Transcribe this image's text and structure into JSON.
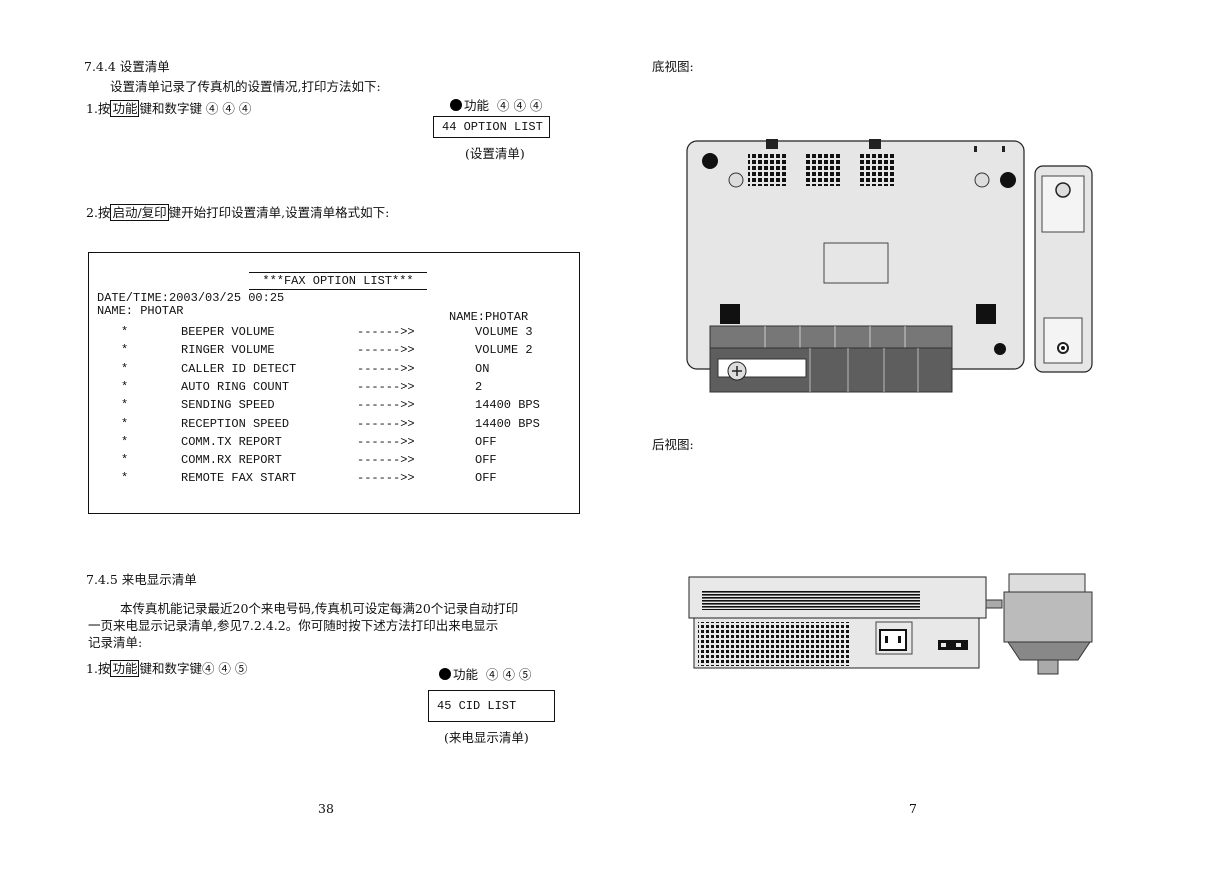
{
  "left_page": {
    "sec1_heading": "7.4.4 设置清单",
    "sec1_intro": "设置清单记录了传真机的设置情况,打印方法如下:",
    "step1": {
      "pre": "1.按",
      "key": "功能",
      "post": "键和数字键 ④ ④ ④"
    },
    "keyseq1": {
      "label": "功能",
      "digits": "④ ④ ④"
    },
    "lcd1": "44 OPTION LIST",
    "lcd1_caption": "(设置清单)",
    "step2": {
      "pre": "2.按",
      "key": "启动/复印",
      "post": "键开始打印设置清单,设置清单格式如下:"
    },
    "sample": {
      "title": "***FAX OPTION LIST***",
      "datetime": "DATE/TIME:2003/03/25  00:25",
      "name_left": "NAME:  PHOTAR",
      "name_right": "NAME:PHOTAR",
      "rows": [
        {
          "bullet": "*",
          "label": "BEEPER VOLUME",
          "arrow": "------>>",
          "value": "VOLUME 3"
        },
        {
          "bullet": "*",
          "label": "RINGER VOLUME",
          "arrow": "------>>",
          "value": "VOLUME 2"
        },
        {
          "bullet": "*",
          "label": "CALLER ID DETECT",
          "arrow": "------>>",
          "value": "ON"
        },
        {
          "bullet": "*",
          "label": "AUTO RING COUNT",
          "arrow": "------>>",
          "value": "2"
        },
        {
          "bullet": "*",
          "label": "SENDING SPEED",
          "arrow": "------>>",
          "value": "14400 BPS"
        },
        {
          "bullet": "*",
          "label": "RECEPTION SPEED",
          "arrow": "------>>",
          "value": "14400 BPS"
        },
        {
          "bullet": "*",
          "label": "COMM.TX REPORT",
          "arrow": "------>>",
          "value": "OFF"
        },
        {
          "bullet": "*",
          "label": "COMM.RX REPORT",
          "arrow": "------>>",
          "value": "OFF"
        },
        {
          "bullet": "*",
          "label": "REMOTE FAX START",
          "arrow": "------>>",
          "value": "OFF"
        }
      ]
    },
    "sec2_heading": "7.4.5 来电显示清单",
    "sec2_para1": "本传真机能记录最近20个来电号码,传真机可设定每满20个记录自动打印",
    "sec2_para2": "一页来电显示记录清单,参见7.2.4.2。你可随时按下述方法打印出来电显示",
    "sec2_para3": "记录清单:",
    "step3": {
      "pre": "1.按",
      "key": "功能",
      "post": "键和数字键④ ④ ⑤"
    },
    "keyseq2": {
      "label": "功能",
      "digits": "④ ④ ⑤"
    },
    "lcd2": "45 CID LIST",
    "lcd2_caption": "(来电显示清单)",
    "page_number": "38"
  },
  "right_page": {
    "bottom_view_label": "底视图:",
    "rear_view_label": "后视图:",
    "page_number": "7"
  }
}
